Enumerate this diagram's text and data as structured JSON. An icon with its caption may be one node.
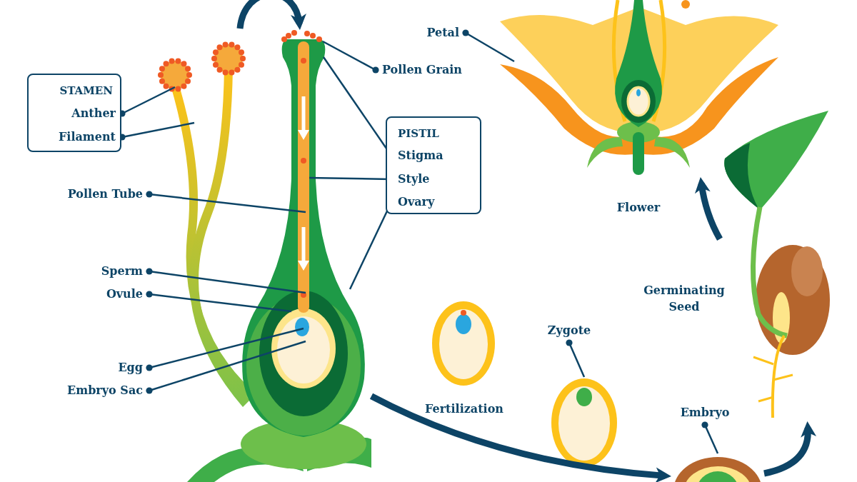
{
  "diagram": {
    "nodes": [
      {
        "text": [
          "STAMEN"
        ]
      },
      {
        "text": [
          "Anther"
        ],
        "in": 0
      },
      {
        "text": [
          "Filament"
        ],
        "in": 0
      },
      {
        "text": [
          "PISTIL"
        ]
      },
      {
        "text": [
          "Stigma"
        ],
        "in": 3
      },
      {
        "text": [
          "Style"
        ],
        "in": 3
      },
      {
        "text": [
          "Ovary"
        ],
        "in": 3
      },
      {
        "text": [
          "Pollen Grain"
        ]
      },
      {
        "text": [
          "Pollen Tube"
        ]
      },
      {
        "text": [
          "Sperm"
        ]
      },
      {
        "text": [
          "Ovule"
        ]
      },
      {
        "text": [
          "Egg"
        ]
      },
      {
        "text": [
          "Embryo Sac"
        ]
      },
      {
        "text": [
          "Petal"
        ]
      },
      {
        "text": [],
        "shape": "picture"
      },
      {
        "text": [],
        "shape": "picture",
        "beside": [
          "Flower"
        ]
      },
      {
        "text": [],
        "shape": "picture",
        "beside": [
          "Fertilization"
        ]
      },
      {
        "text": [
          "Zygote"
        ]
      },
      {
        "text": [],
        "shape": "picture"
      },
      {
        "text": [
          "Embryo"
        ]
      },
      {
        "text": [],
        "shape": "picture"
      },
      {
        "text": [],
        "shape": "picture",
        "beside": [
          "Germinating Seed"
        ]
      }
    ],
    "edges": [
      {
        "from": 1,
        "to": 14,
        "arrow": "other"
      },
      {
        "from": 2,
        "to": 14,
        "arrow": "other"
      },
      {
        "from": 4,
        "to": 14,
        "arrow": "other"
      },
      {
        "from": 5,
        "to": 14,
        "arrow": "other"
      },
      {
        "from": 6,
        "to": 14,
        "arrow": "other"
      },
      {
        "from": 7,
        "to": 14,
        "arrow": "other"
      },
      {
        "from": 8,
        "to": 14,
        "arrow": "other"
      },
      {
        "from": 9,
        "to": 14,
        "arrow": "other"
      },
      {
        "from": 10,
        "to": 14,
        "arrow": "other"
      },
      {
        "from": 11,
        "to": 14,
        "arrow": "other"
      },
      {
        "from": 12,
        "to": 14,
        "arrow": "other"
      },
      {
        "from": 13,
        "to": 15,
        "arrow": "other"
      },
      {
        "from": 17,
        "to": 18,
        "arrow": "other"
      },
      {
        "from": 19,
        "to": 20,
        "arrow": "other"
      },
      {
        "from": null,
        "to": 14,
        "arrow": "to",
        "style": "thick"
      },
      {
        "from": 14,
        "to": 20,
        "arrow": "to",
        "style": "thick"
      },
      {
        "from": 20,
        "to": 21,
        "arrow": "to",
        "style": "thick"
      },
      {
        "from": 21,
        "to": 15,
        "arrow": "to",
        "style": "thick"
      }
    ]
  }
}
